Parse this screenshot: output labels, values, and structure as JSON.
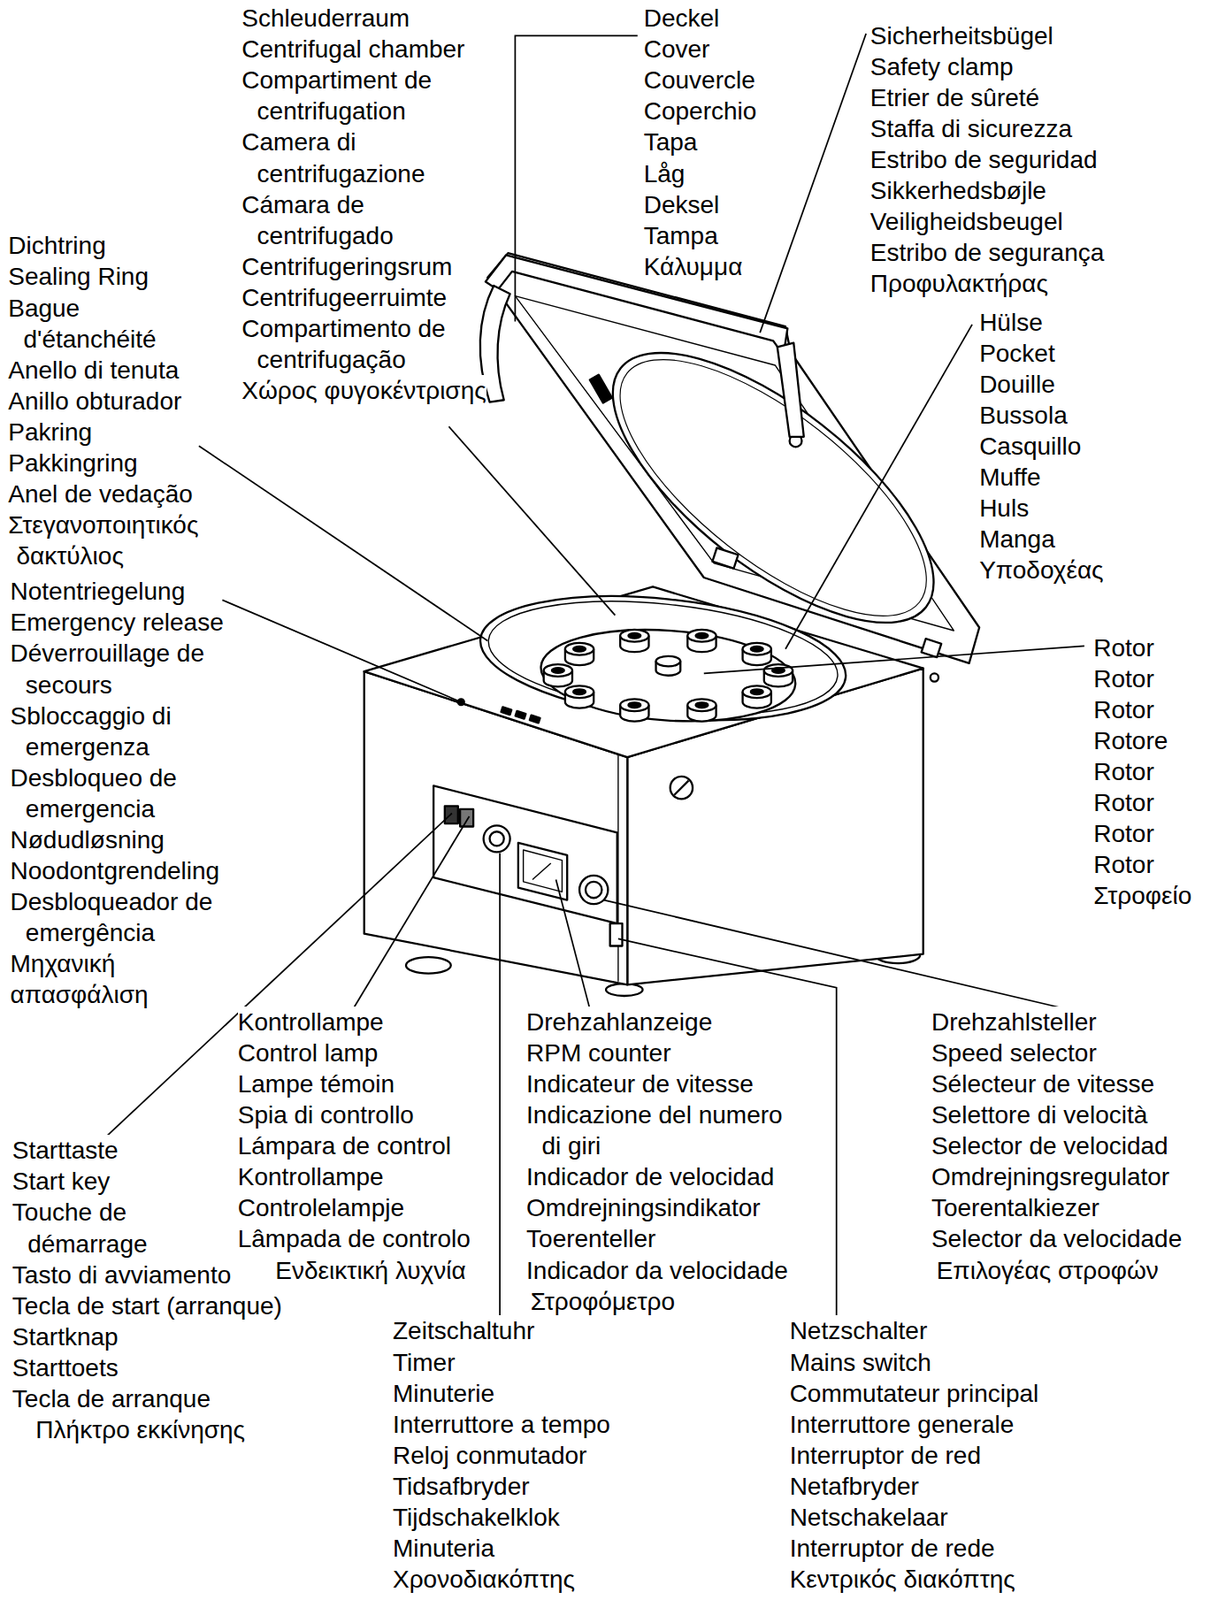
{
  "diagram": {
    "labels": [
      "Schleuderraum",
      "Centrifugal chamber",
      "Compartiment de centrifugation",
      "Camera di centrifugazione",
      "Cámara de centrifugado",
      "Centrifugeringsrum",
      "Centrifugeerruimte",
      "Compartimento de centrifugação",
      "Χώρος φυγοκέντρισης",
      "Deckel",
      "Cover",
      "Couvercle",
      "Coperchio",
      "Tapa",
      "Låg",
      "Deksel",
      "Tampa",
      "Κάλυμμα",
      "Sicherheitsbügel",
      "Safety clamp",
      "Etrier de sûreté",
      "Staffa di sicurezza",
      "Estribo de seguridad",
      "Sikkerhedsbøjle",
      "Veiligheidsbeugel",
      "Estribo de segurança",
      "Προφυλακτήρας",
      "Hülse",
      "Pocket",
      "Douille",
      "Bussola",
      "Casquillo",
      "Muffe",
      "Huls",
      "Manga",
      "Υποδοχέας",
      "Dichtring",
      "Sealing Ring",
      "Bague d'étanchéité",
      "Anello di tenuta",
      "Anillo obturador",
      "Pakring",
      "Pakkingring",
      "Anel de vedação",
      "Στεγανοποιητικός δακτύλιος",
      "Notentriegelung",
      "Emergency release",
      "Déverrouillage de secours",
      "Sbloccaggio di emergenza",
      "Desbloqueo de emergencia",
      "Nødudløsning",
      "Noodontgrendeling",
      "Desbloqueador de emergência",
      "Μηχανική απασφάλιση",
      "Rotor",
      "Rotor",
      "Rotor",
      "Rotore",
      "Rotor",
      "Rotor",
      "Rotor",
      "Rotor",
      "Στροφείο",
      "Starttaste",
      "Start key",
      "Touche de démarrage",
      "Tasto di avviamento",
      "Tecla de start (arranque)",
      "Startknap",
      "Starttoets",
      "Tecla de arranque",
      "Πλήκτρο εκκίνησης",
      "Kontrollampe",
      "Control lamp",
      "Lampe témoin",
      "Spia di controllo",
      "Lámpara de control",
      "Kontrollampe",
      "Controlelampje",
      "Lâmpada de controlo",
      "Ενδεικτική λυχνία",
      "Drehzahlanzeige",
      "RPM counter",
      "Indicateur de vitesse",
      "Indicazione del numero di giri",
      "Indicador de velocidad",
      "Omdrejningsindikator",
      "Toerenteller",
      "Indicador da velocidade",
      "Στροφόμετρο",
      "Drehzahlsteller",
      "Speed selector",
      "Sélecteur de vitesse",
      "Selettore di velocità",
      "Selector de velocidad",
      "Omdrejningsregulator",
      "Toerentalkiezer",
      "Selector da velocidade",
      "Επιλογέας στροφών",
      "Zeitschaltuhr",
      "Timer",
      "Minuterie",
      "Interruttore a tempo",
      "Reloj conmutador",
      "Tidsafbryder",
      "Tijdschakelklok",
      "Minuteria",
      "Χρονοδιακόπτης",
      "Netzschalter",
      "Mains switch",
      "Commutateur principal",
      "Interruttore generale",
      "Interruptor de red",
      "Netafbryder",
      "Netschakelaar",
      "Interruptor de rede",
      "Κεντρικός διακόπτης"
    ]
  }
}
